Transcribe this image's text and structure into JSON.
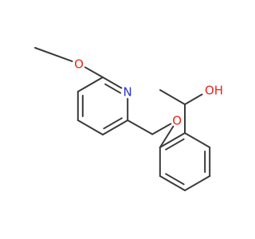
{
  "molecule": {
    "atoms": {
      "methoxy_oxygen": "O",
      "pyridine_nitrogen": "N",
      "ether_oxygen": "O",
      "hydroxyl": "OH"
    },
    "colors": {
      "bond": "#3a3a3a",
      "oxygen": "#e8251b",
      "nitrogen": "#2b35c8"
    }
  }
}
